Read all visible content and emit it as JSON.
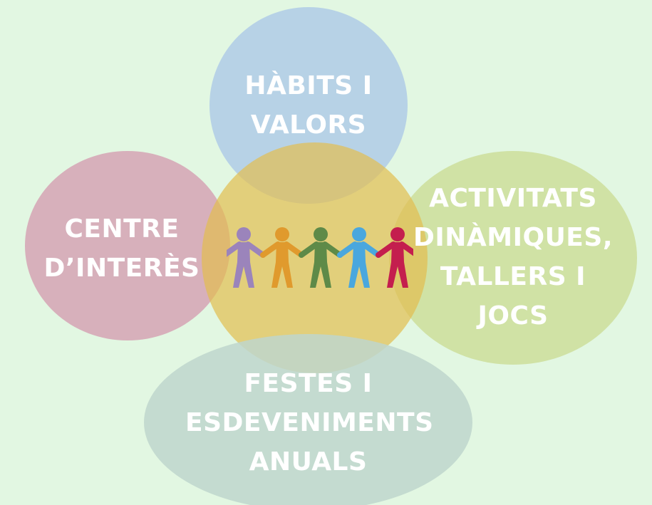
{
  "diagram": {
    "top": {
      "lines": [
        "HÀBITS I",
        "VALORS"
      ],
      "color": "#b7d2e6"
    },
    "left": {
      "lines": [
        "CENTRE",
        "D’INTERÈS"
      ],
      "color": "#dbb1bf"
    },
    "right": {
      "lines": [
        "ACTIVITATS",
        "DINÀMIQUES,",
        "TALLERS I",
        "JOCS"
      ],
      "color": "#d4e0a6"
    },
    "bottom": {
      "lines": [
        "FESTES I",
        "ESDEVENIMENTS",
        "ANUALS"
      ],
      "color": "#c7ded0"
    },
    "center": {
      "color": "#e8c96a",
      "icon": "people-chain-icon"
    }
  },
  "people": [
    {
      "color": "#9b84bb"
    },
    {
      "color": "#e09a2d"
    },
    {
      "color": "#5e8a48"
    },
    {
      "color": "#4aa7de"
    },
    {
      "color": "#c41e4e"
    }
  ]
}
